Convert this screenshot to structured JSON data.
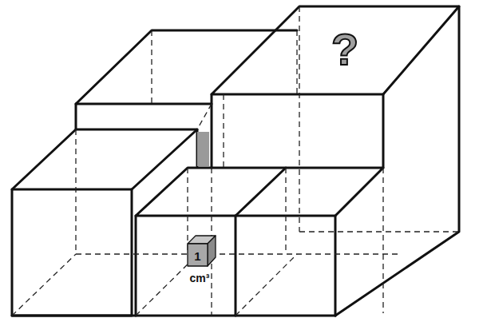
{
  "diagram": {
    "labels": [
      "?",
      "1",
      "cm³"
    ]
  }
}
